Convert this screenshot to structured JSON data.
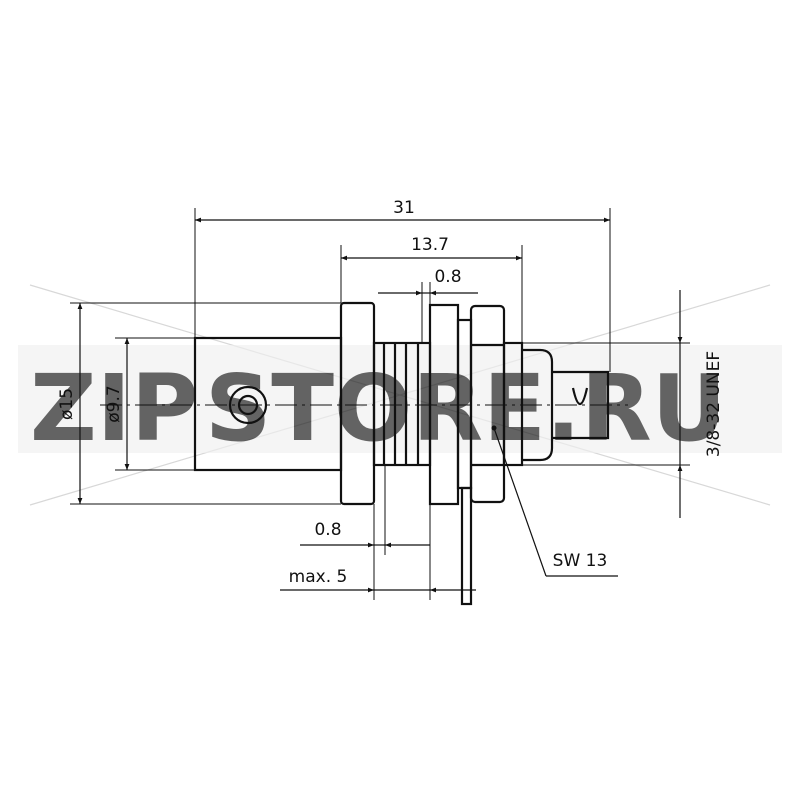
{
  "drawing": {
    "dimensions": {
      "overall_length": "31",
      "body_length": "13.7",
      "thread_step": "0.8",
      "outer_diameter": "ø15",
      "inner_diameter": "ø9.7",
      "panel_gap": "0.8",
      "panel_thickness": "max. 5",
      "thread": "3/8-32 UNEF",
      "wrench_size": "SW 13"
    }
  },
  "watermark": {
    "text": "ZIPSTORE.RU",
    "text_part1": "ZIP",
    "text_part2": "STORE.RU",
    "color_part1": "#f5a040",
    "color_part2": "#9a9a9a"
  }
}
